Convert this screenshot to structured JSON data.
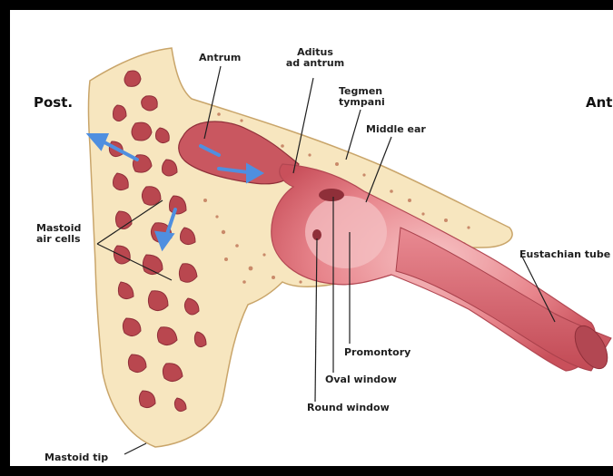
{
  "labels": {
    "post": "Post.",
    "ant": "Ant.",
    "antrum": "Antrum",
    "aditus_1": "Aditus",
    "aditus_2": "ad antrum",
    "tegmen_1": "Tegmen",
    "tegmen_2": "tympani",
    "middle_ear": "Middle ear",
    "mastoid_cells_1": "Mastoid",
    "mastoid_cells_2": "air cells",
    "eustachian_tube": "Eustachian tube",
    "promontory": "Promontory",
    "oval_window": "Oval window",
    "round_window": "Round window",
    "mastoid_tip": "Mastoid tip"
  },
  "colors": {
    "bone": "#f7e6bf",
    "bone_outline": "#c9a56a",
    "air_cell": "#b9474f",
    "air_cell_dark": "#8f2f39",
    "tissue": "#d96670",
    "tissue_light": "#f1a9ae",
    "arrow": "#4f8fe0",
    "frame": "#000000"
  }
}
